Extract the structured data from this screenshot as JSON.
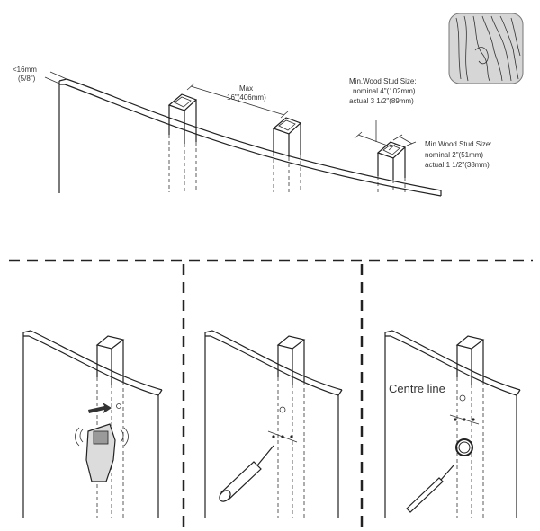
{
  "top_diagram": {
    "thickness_label_1": "<16mm",
    "thickness_label_2": "(5/8\")",
    "spacing_label_1": "Max",
    "spacing_label_2": "16\"(406mm)",
    "depth_label_1": "Min.Wood Stud Size:",
    "depth_label_2": "nominal 4\"(102mm)",
    "depth_label_3": "actual 3 1/2\"(89mm)",
    "width_label_1": "Min.Wood Stud Size:",
    "width_label_2": "nominal 2\"(51mm)",
    "width_label_3": "actual 1 1/2\"(38mm)"
  },
  "steps": {
    "centre_line_label": "Centre line"
  }
}
